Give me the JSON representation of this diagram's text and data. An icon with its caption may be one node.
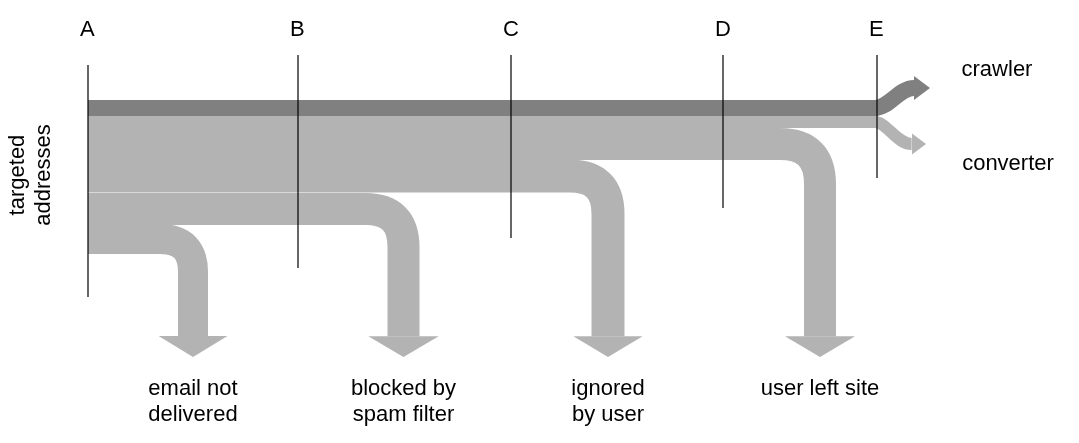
{
  "diagram": {
    "nodes": [
      {
        "text": [
          "targeted addresses"
        ]
      },
      {
        "text": [
          "crawler"
        ]
      },
      {
        "text": [
          "converter"
        ]
      },
      {
        "text": [
          "email not delivered"
        ]
      },
      {
        "text": [
          "blocked by spam filter"
        ]
      },
      {
        "text": [
          "ignored by user"
        ]
      },
      {
        "text": [
          "user left site"
        ]
      }
    ],
    "edges": [
      {
        "from": 0,
        "to": 1,
        "arrow": "to",
        "color": "#808080"
      },
      {
        "from": 0,
        "to": 2,
        "arrow": "to"
      },
      {
        "from": 0,
        "to": 3,
        "arrow": "to"
      },
      {
        "from": 0,
        "to": 4,
        "arrow": "to"
      },
      {
        "from": 0,
        "to": 5,
        "arrow": "to"
      },
      {
        "from": 0,
        "to": 6,
        "arrow": "to"
      }
    ],
    "labels": [
      "A",
      "B",
      "C",
      "D",
      "E"
    ]
  }
}
